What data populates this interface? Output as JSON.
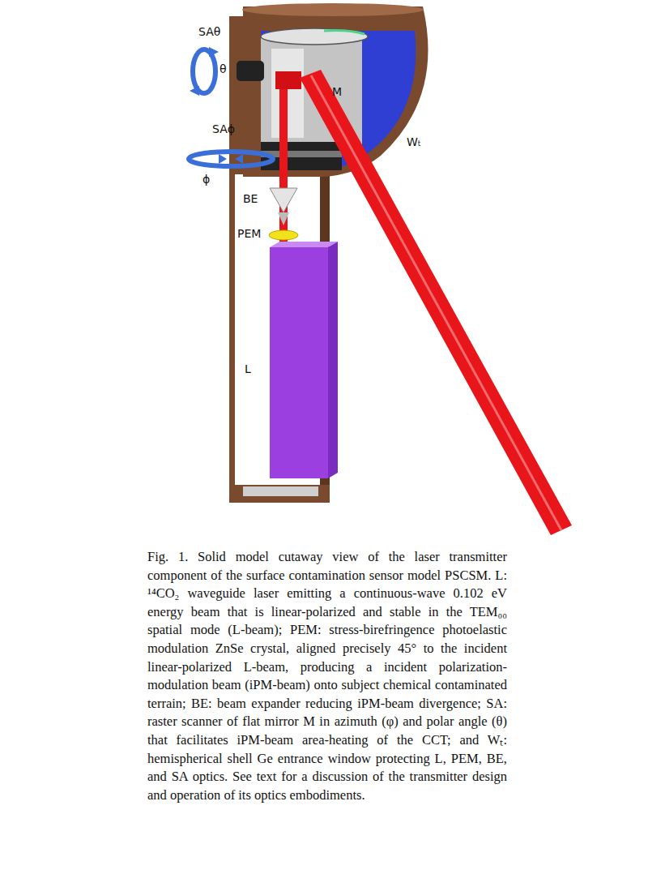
{
  "diagram": {
    "caption": "Fig. 1. Solid model cutaway view of the laser transmitter component of the surface contamination sensor model PSCSM. L: ¹⁴CO₂ waveguide laser emitting a continuous-wave 0.102 eV energy beam that is linear-polarized and stable in the TEM₀₀ spatial mode (L-beam); PEM: stress-birefringence photoelastic modulation ZnSe crystal, aligned precisely 45° to the incident linear-polarized L-beam, producing a incident polarization-modulation beam (iPM-beam) onto subject chemical contaminated terrain; BE: beam expander reducing iPM-beam divergence; SA: raster scanner of flat mirror M in azimuth (φ) and polar angle (θ) that facilitates iPM-beam area-heating of the CCT; and Wₜ: hemispherical shell Ge entrance window protecting L, PEM, BE, and SA optics. See text for a discussion of the transmitter design and operation of its optics embodiments.",
    "labels": [
      "SAθ",
      "θ",
      "M",
      "SAϕ",
      "Wₜ",
      "ϕ",
      "BE",
      "PEM",
      "L"
    ]
  }
}
